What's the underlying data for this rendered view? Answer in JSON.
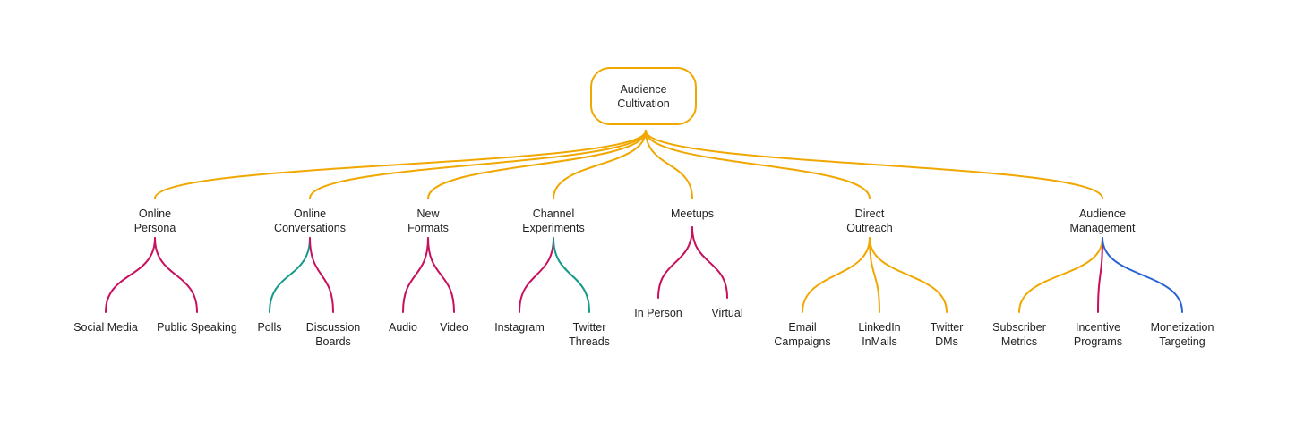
{
  "colors": {
    "yellow": "#f0a800",
    "magenta": "#c8105e",
    "teal": "#129a8a",
    "blue": "#2a63d6"
  },
  "root": {
    "lines": [
      "Audience",
      "Cultivation"
    ]
  },
  "branches": [
    {
      "id": "online-persona",
      "lines": [
        "Online",
        "Persona"
      ],
      "children": [
        {
          "id": "social-media",
          "lines": [
            "Social Media"
          ],
          "color": "magenta"
        },
        {
          "id": "public-speaking",
          "lines": [
            "Public Speaking"
          ],
          "color": "magenta"
        }
      ]
    },
    {
      "id": "online-conversations",
      "lines": [
        "Online",
        "Conversations"
      ],
      "children": [
        {
          "id": "polls",
          "lines": [
            "Polls"
          ],
          "color": "teal"
        },
        {
          "id": "discussion-boards",
          "lines": [
            "Discussion",
            "Boards"
          ],
          "color": "magenta"
        }
      ]
    },
    {
      "id": "new-formats",
      "lines": [
        "New",
        "Formats"
      ],
      "children": [
        {
          "id": "audio",
          "lines": [
            "Audio"
          ],
          "color": "magenta"
        },
        {
          "id": "video",
          "lines": [
            "Video"
          ],
          "color": "magenta"
        }
      ]
    },
    {
      "id": "channel-experiments",
      "lines": [
        "Channel",
        "Experiments"
      ],
      "children": [
        {
          "id": "instagram",
          "lines": [
            "Instagram"
          ],
          "color": "magenta"
        },
        {
          "id": "twitter-threads",
          "lines": [
            "Twitter",
            "Threads"
          ],
          "color": "teal"
        }
      ]
    },
    {
      "id": "meetups",
      "lines": [
        "Meetups"
      ],
      "children": [
        {
          "id": "in-person",
          "lines": [
            "In Person"
          ],
          "color": "magenta"
        },
        {
          "id": "virtual",
          "lines": [
            "Virtual"
          ],
          "color": "magenta"
        }
      ]
    },
    {
      "id": "direct-outreach",
      "lines": [
        "Direct",
        "Outreach"
      ],
      "children": [
        {
          "id": "email-campaigns",
          "lines": [
            "Email",
            "Campaigns"
          ],
          "color": "yellow"
        },
        {
          "id": "linkedin-inmails",
          "lines": [
            "LinkedIn",
            "InMails"
          ],
          "color": "yellow"
        },
        {
          "id": "twitter-dms",
          "lines": [
            "Twitter",
            "DMs"
          ],
          "color": "yellow"
        }
      ]
    },
    {
      "id": "audience-management",
      "lines": [
        "Audience",
        "Management"
      ],
      "children": [
        {
          "id": "subscriber-metrics",
          "lines": [
            "Subscriber",
            "Metrics"
          ],
          "color": "yellow"
        },
        {
          "id": "incentive-programs",
          "lines": [
            "Incentive",
            "Programs"
          ],
          "color": "magenta"
        },
        {
          "id": "monetization-targeting",
          "lines": [
            "Monetization",
            "Targeting"
          ],
          "color": "blue"
        }
      ]
    }
  ]
}
